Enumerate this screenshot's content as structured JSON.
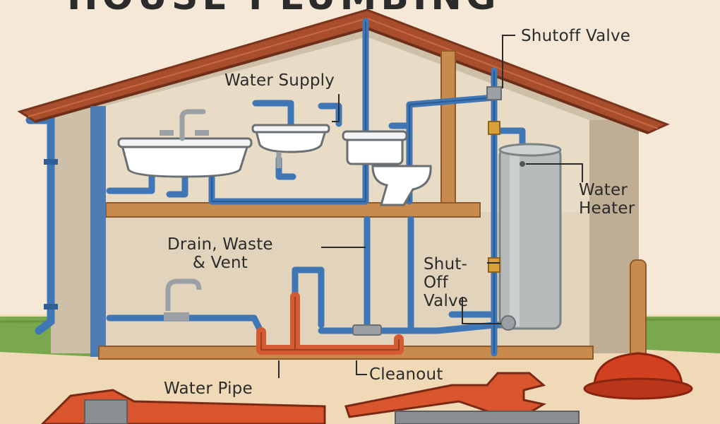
{
  "title": "HOUSE PLUMBING",
  "labels": {
    "shutoff_valve_top": "Shutoff Valve",
    "water_supply": "Water Supply",
    "water_heater": "Water\nHeater",
    "drain_waste_vent": "Drain, Waste\n& Vent",
    "shutoff_valve_mid": "Shut-\nOff\nValve",
    "cleanout": "Cleanout",
    "water_pipe": "Water Pipe"
  },
  "colors": {
    "supply_pipe": "#3f76b5",
    "drain_pipe": "#d35a32",
    "roof": "#a84e2c",
    "wall": "#d6cab6",
    "interior": "#e8dcc6",
    "wood": "#c98a4e",
    "ground": "#7aa84e",
    "heater": "#b7bbbb",
    "brass": "#d9a13a"
  },
  "icons": [
    "sink-icon",
    "toilet-icon",
    "water-heater-icon",
    "plunger-icon",
    "pipe-wrench-icon",
    "adjustable-wrench-icon",
    "faucet-icon",
    "valve-icon"
  ]
}
